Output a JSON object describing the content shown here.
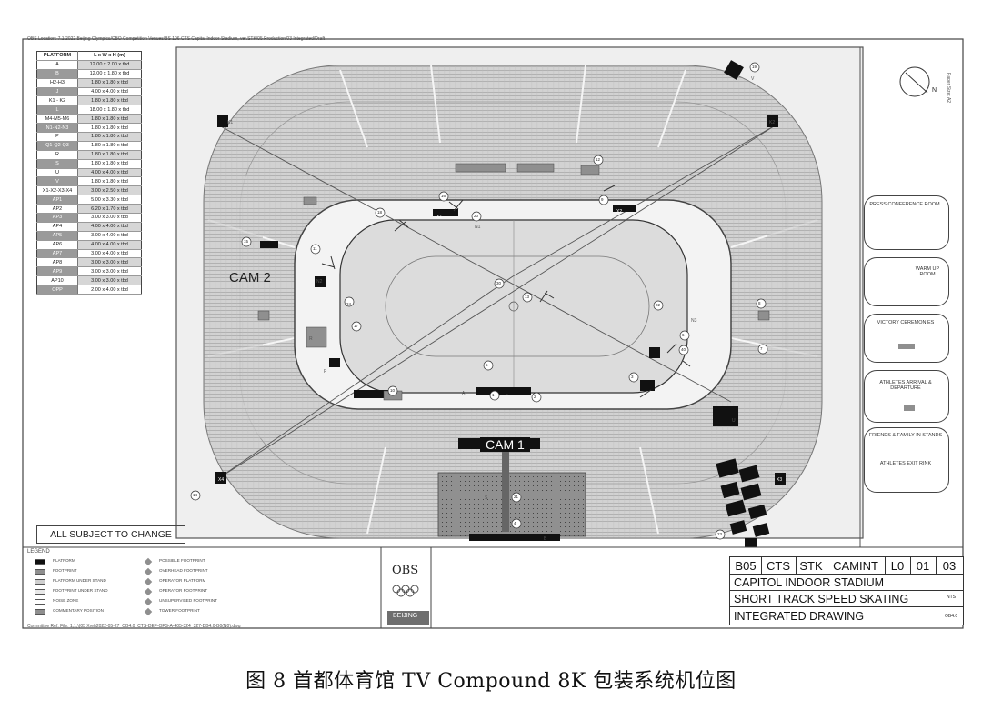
{
  "header_path": "OBS Location: 7.1.2022 Beijing Olympics/CBO Competition Venues/BS 106 CTS Capital Indoor Stadium, ver.STK/05 Production/03 Integrated/Draft",
  "footer_path": "Committee Ref: File: 1,1,\\(05 Xref\\2022-05-27_OB4.0_CTS-DEF-OFS-A-405-324_327-DB4.0-B0(N0).dwg",
  "platform_table": {
    "headers": [
      "PLATFORM",
      "L x W x H (m)"
    ],
    "rows": [
      [
        "A",
        "12.00 x 2.00 x tbd"
      ],
      [
        "B",
        "12.00 x 1.80 x tbd"
      ],
      [
        "H2-H3",
        "1.80 x 1.80 x tbd"
      ],
      [
        "J",
        "4.00 x 4.00 x tbd"
      ],
      [
        "K1 - K2",
        "1.80 x 1.80 x tbd"
      ],
      [
        "L",
        "18.00 x 1.80 x tbd"
      ],
      [
        "M4-M5-M6",
        "1.80 x 1.80 x tbd"
      ],
      [
        "N1-N2-N3",
        "1.80 x 1.80 x tbd"
      ],
      [
        "P",
        "1.80 x 1.80 x tbd"
      ],
      [
        "Q1-Q2-Q3",
        "1.80 x 1.80 x tbd"
      ],
      [
        "R",
        "1.80 x 1.80 x tbd"
      ],
      [
        "S",
        "1.80 x 1.80 x tbd"
      ],
      [
        "U",
        "4.00 x 4.00 x tbd"
      ],
      [
        "V",
        "1.80 x 1.80 x tbd"
      ],
      [
        "X1-X2-X3-X4",
        "3.00 x 2.50 x tbd"
      ],
      [
        "AP1",
        "5.00 x 3.30 x tbd"
      ],
      [
        "AP2",
        "6.20 x 1.70 x tbd"
      ],
      [
        "AP3",
        "3.00 x 3.00 x tbd"
      ],
      [
        "AP4",
        "4.00 x 4.00 x tbd"
      ],
      [
        "AP5",
        "3.00 x 4.00 x tbd"
      ],
      [
        "AP6",
        "4.00 x 4.00 x tbd"
      ],
      [
        "AP7",
        "3.00 x 4.00 x tbd"
      ],
      [
        "AP8",
        "3.00 x 3.00 x tbd"
      ],
      [
        "AP9",
        "3.00 x 3.00 x tbd"
      ],
      [
        "AP10",
        "3.00 x 3.00 x tbd"
      ],
      [
        "OPP",
        "2.00 x 4.00 x tbd"
      ]
    ]
  },
  "cam_labels": {
    "cam1": "CAM 1",
    "cam2": "CAM 2"
  },
  "change_note": "ALL SUBJECT TO CHANGE",
  "paper_size": "Paper Size: A2",
  "north": "N",
  "legend": {
    "title": "LEGEND",
    "left": [
      "PLATFORM",
      "FOOTPRINT",
      "PLATFORM UNDER STAND",
      "FOOTPRINT UNDER STAND",
      "NOISE ZONE",
      "COMMENTARY POSITION"
    ],
    "right": [
      "POSSIBLE FOOTPRINT",
      "OVERHEAD FOOTPRINT",
      "OPERATOR PLATFORM",
      "OPERATOR FOOTPRINT",
      "UNSUPERVISED FOOTPRINT",
      "TOWER FOOTPRINT"
    ]
  },
  "logo": {
    "org": "OBS",
    "city": "BEIJING"
  },
  "panels": {
    "press": "PRESS CONFERENCE ROOM",
    "warmup": "WARM UP ROOM",
    "victory": "VICTORY CEREMONIES",
    "athletes": "ATHLETES ARRIVAL & DEPARTURE",
    "friends": "FRIENDS & FAMILY IN STANDS",
    "exit": "ATHLETES EXIT RINK"
  },
  "markers": {
    "k1": "K1",
    "k2": "K2",
    "x1": "X1",
    "x2": "X2",
    "x3": "X3",
    "x4": "X4",
    "n1": "N1",
    "n2": "N2",
    "n3": "N3",
    "a": "A",
    "b": "B",
    "l": "L",
    "p": "P",
    "r": "R",
    "s": "S",
    "u": "U",
    "v": "V",
    "n": [
      "30",
      "24",
      "17",
      "13",
      "11",
      "18",
      "16",
      "20",
      "9",
      "6",
      "8",
      "5",
      "3",
      "4",
      "1",
      "2",
      "10",
      "12",
      "14",
      "19",
      "23",
      "40",
      "22",
      "21",
      "15",
      "7"
    ]
  },
  "title_block": {
    "codes": [
      "B05",
      "CTS",
      "STK",
      "CAMINT",
      "L0",
      "01",
      "03"
    ],
    "venue": "CAPITOL INDOOR STADIUM",
    "sport": "SHORT TRACK SPEED SKATING",
    "drawing": "INTEGRATED DRAWING",
    "scale": "NTS",
    "version": "OB4.0"
  },
  "caption": "图 8   首都体育馆 TV Compound 8K 包装系统机位图",
  "colors": {
    "platform": "#111111",
    "footprint": "#8f8f8f",
    "seats": "#c9c9c9",
    "ice": "#dedede"
  }
}
